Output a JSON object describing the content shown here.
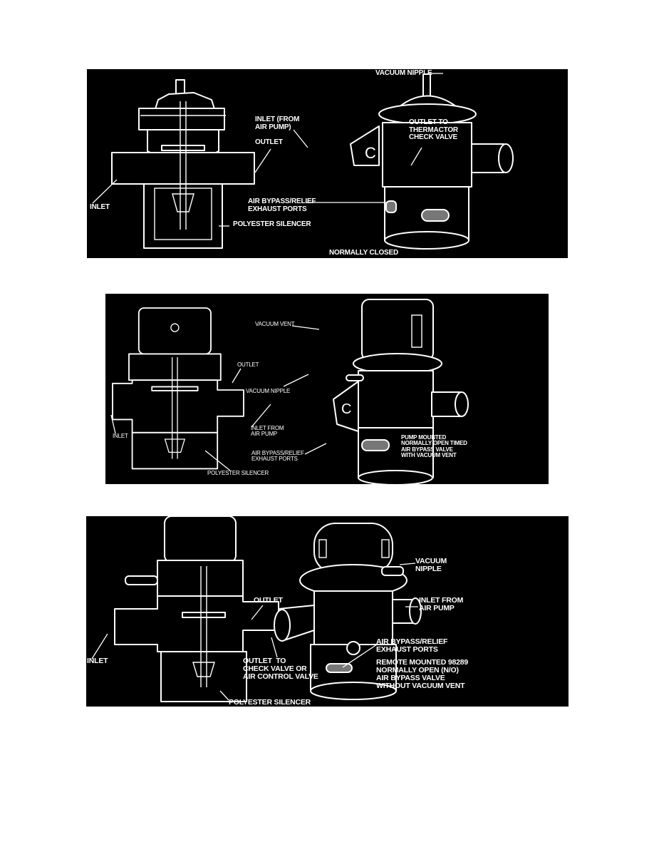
{
  "figures": [
    {
      "labels": {
        "vacuum_nipple": "VACUUM NIPPLE",
        "inlet_from_air_pump": "INLET (FROM\nAIR PUMP)",
        "outlet": "OUTLET",
        "outlet_to_thermactor": "OUTLET TO\nTHERMACTOR\nCHECK VALVE",
        "inlet": "INLET",
        "air_bypass": "AIR BYPASS/RELIEF\nEXHAUST PORTS",
        "polyester_silencer": "POLYESTER SILENCER",
        "caption": "NORMALLY CLOSED"
      }
    },
    {
      "labels": {
        "vacuum_vent": "VACUUM VENT",
        "outlet": "OUTLET",
        "vacuum_nipple": "VACUUM NIPPLE",
        "inlet": "INLET",
        "inlet_from_air_pump": "INLET FROM\nAIR PUMP",
        "air_bypass": "AIR BYPASS/RELIEF\nEXHAUST PORTS",
        "polyester_silencer": "POLYESTER SILENCER",
        "caption": "PUMP MOUNTED\nNORMALLY OPEN TIMED\nAIR BYPASS VALVE\nWITH VACUUM VENT"
      }
    },
    {
      "labels": {
        "vacuum_nipple": "VACUUM\nNIPPLE",
        "outlet": "OUTLET",
        "inlet_from_air_pump": "INLET FROM\nAIR PUMP",
        "inlet": "INLET",
        "outlet_to_check_valve": "OUTLET  TO\nCHECK VALVE OR\nAIR CONTROL VALVE",
        "air_bypass": "AIR BYPASS/RELIEF\nEXHAUST PORTS",
        "caption": "REMOTE MOUNTED 98289\nNORMALLY OPEN (N/O)\nAIR BYPASS VALVE\nWITHOUT VACUUM VENT",
        "polyester_silencer": "POLYESTER SILENCER"
      }
    }
  ]
}
